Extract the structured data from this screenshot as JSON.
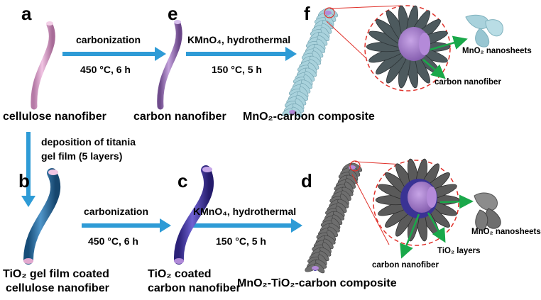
{
  "panel_letters": {
    "a": "a",
    "e": "e",
    "f": "f",
    "b": "b",
    "c": "c",
    "d": "d"
  },
  "steps": {
    "a_to_e_top": "carbonization",
    "a_to_e_bottom": "450 °C, 6 h",
    "e_to_f_top": "KMnO₄, hydrothermal",
    "e_to_f_bottom": "150 °C, 5 h",
    "a_to_b_line1": "deposition of titania",
    "a_to_b_line2": "gel film (5 layers)",
    "b_to_c_top": "carbonization",
    "b_to_c_bottom": "450 °C, 6 h",
    "c_to_d_top": "KMnO₄, hydrothermal",
    "c_to_d_bottom": "150 °C, 5 h"
  },
  "captions": {
    "a": "cellulose nanofiber",
    "e": "carbon nanofiber",
    "f": "MnO₂-carbon composite",
    "b_line1": "TiO₂ gel film coated",
    "b_line2": "cellulose nanofiber",
    "c_line1": "TiO₂ coated",
    "c_line2": "carbon nanofiber",
    "d": "MnO₂-TiO₂-carbon composite"
  },
  "zoom_labels": {
    "f_sheets": "MnO₂ nanosheets",
    "f_fiber": "carbon nanofiber",
    "d_sheets": "MnO₂ nanosheets",
    "d_tio2": "TiO₂ layers",
    "d_fiber": "carbon nanofiber"
  },
  "colors": {
    "arrow": "#2e9bd6",
    "cellulose": "#d79ac4",
    "carbon": "#9b6fb3",
    "tio2_gel": "#2f6fa3",
    "tio2_coated": "#4b3fa8",
    "mno2_light": "#a9d2dc",
    "mno2_dark": "#6e6e6e",
    "zoom_circle": "#e0312a",
    "pointer": "#1aa84a"
  }
}
